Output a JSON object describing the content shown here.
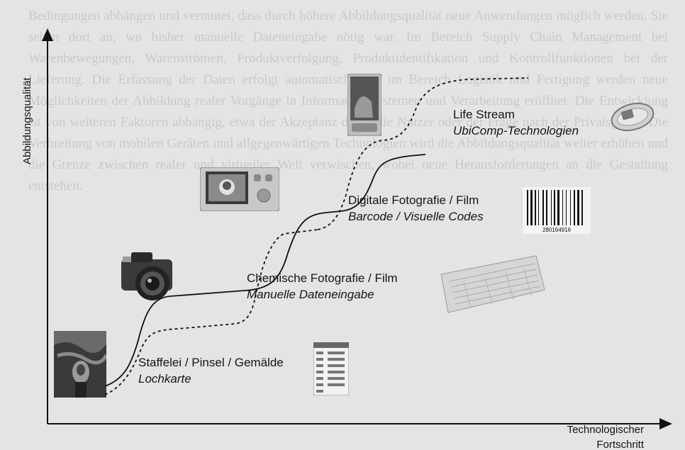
{
  "figure": {
    "background_text": "Bedingungen abhängen und vermutet, dass durch höhere Abbildungsqualität neue Anwendungen möglich werden. Sie sehen dort an, wo bisher manuelle Dateneingabe nötig war. Im Bereich Supply Chain Management bei Warenbewegungen, Warenströmen, Produktverfolgung, Produktidentifikation und Kontrollfunktionen bei der Lieferung. Die Erfassung der Daten erfolgt automatisch, und im Bereich Logistik und Fertigung werden neue Möglichkeiten der Abbildung realer Vorgänge in Informationssystemen und Verarbeitung eröffnet. Die Entwicklung ist von weiteren Faktoren abhängig, etwa der Akzeptanz durch die Nutzer oder der Frage nach der Privatsphäre. Die Verbreitung von mobilen Geräten und allgegenwärtigen Technologien wird die Abbildungsqualität weiter erhöhen und die Grenze zwischen realer und virtueller Welt verwischen, wobei neue Herausforderungen an die Gestaltung entstehen."
  },
  "stages": [
    {
      "title": "Staffelei / Pinsel / Gemälde",
      "subtitle": "Lochkarte"
    },
    {
      "title": "Chemische Fotografie / Film",
      "subtitle": "Manuelle Dateneingabe"
    },
    {
      "title": "Digitale Fotografie / Film",
      "subtitle": "Barcode / Visuelle Codes"
    },
    {
      "title": "Life Stream",
      "subtitle": "UbiComp-Technologien"
    }
  ],
  "axes": {
    "y_label": "Abbildungsqualität",
    "x_label_line1": "Technologischer",
    "x_label_line2": "Fortschritt"
  },
  "icons": [
    "painting-image",
    "camera-image",
    "form-document-image",
    "keyboard-image",
    "digital-camera-image",
    "barcode-image",
    "handheld-device-image",
    "wristband-image"
  ]
}
